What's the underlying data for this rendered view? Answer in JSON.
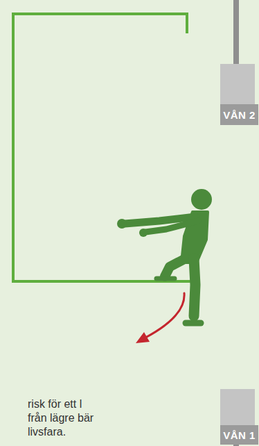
{
  "diagram": {
    "nodes": [
      {
        "text": [
          "VÅN 2"
        ]
      },
      {
        "text": [
          "VÅN 1"
        ]
      }
    ],
    "labels": [
      "risk för ett l från lägre bär livsfara."
    ]
  }
}
